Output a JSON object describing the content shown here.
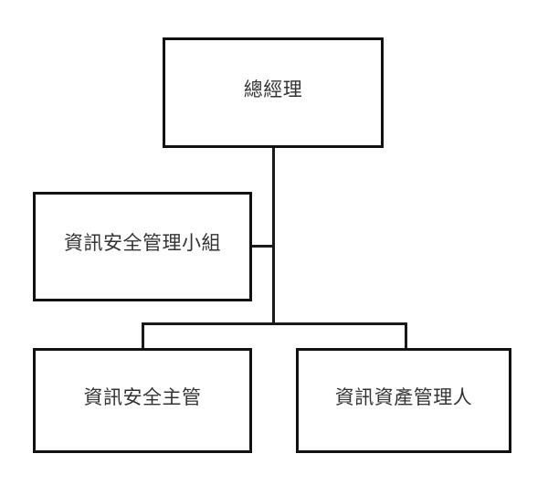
{
  "diagram": {
    "type": "organization-chart",
    "orientation": "top-down",
    "background_color": "#ffffff",
    "line_color": "#111111",
    "text_color": "#333333",
    "nodes": [
      {
        "id": "ceo",
        "label": "總經理",
        "level": 0
      },
      {
        "id": "isms_team",
        "label": "資訊安全管理小組",
        "level": 1
      },
      {
        "id": "iso",
        "label": "資訊安全主管",
        "level": 2
      },
      {
        "id": "asset_mgr",
        "label": "資訊資產管理人",
        "level": 2
      }
    ]
  }
}
